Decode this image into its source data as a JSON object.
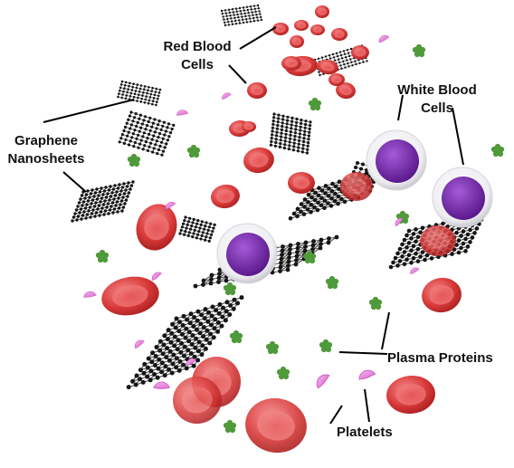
{
  "labels": {
    "red_blood_cells": [
      "Red Blood",
      "Cells"
    ],
    "white_blood_cells": [
      "White Blood",
      "Cells"
    ],
    "graphene_nanosheets": [
      "Graphene",
      "Nanosheets"
    ],
    "plasma_proteins": "Plasma Proteins",
    "platelets": "Platelets"
  },
  "colors": {
    "rbc": "#d63a3a",
    "rbc_light": "#f07a7a",
    "wbc_nucleus": "#7b2fb5",
    "wbc_shell": "#f4f4f6",
    "graphene_atom": "#151515",
    "plasma_protein": "#4f9a3a",
    "platelet": "#e27ad6",
    "leader_line": "#000000"
  }
}
